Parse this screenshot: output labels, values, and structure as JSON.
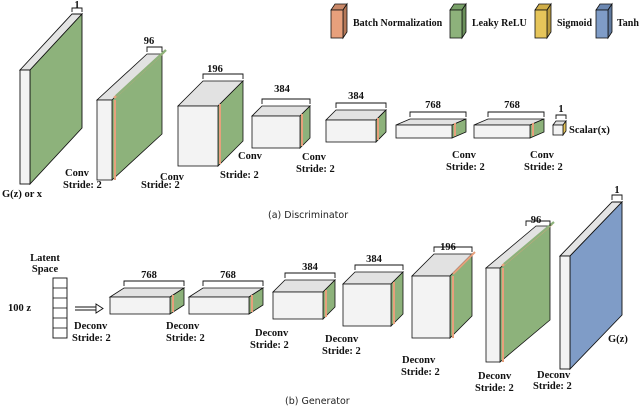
{
  "colors": {
    "front": "#f3f3f3",
    "top": "#e2e2e2",
    "conv": "#8db27b",
    "batchnorm": "#e7a07c",
    "leaky": "#8db27b",
    "sigmoid": "#e6c55a",
    "tanh": "#7f9cc7",
    "edge": "#111111"
  },
  "legend": [
    {
      "label": "Batch Normalization",
      "color": "#e7a07c"
    },
    {
      "label": "Leaky ReLU",
      "color": "#8db27b"
    },
    {
      "label": "Sigmoid",
      "color": "#e6c55a"
    },
    {
      "label": "Tanh",
      "color": "#7f9cc7"
    }
  ],
  "discriminator": {
    "input_label": "G(z) or x",
    "input_channels": "1",
    "layers": [
      {
        "channels": "96",
        "op": "Conv",
        "stride": "Stride: 2"
      },
      {
        "channels": "196",
        "op": "Conv",
        "stride": "Stride: 2"
      },
      {
        "channels": "384",
        "op": "Conv",
        "stride": "Stride: 2"
      },
      {
        "channels": "384",
        "op": "Conv",
        "stride": "Stride: 2"
      },
      {
        "channels": "768",
        "op": "Conv",
        "stride": "Stride: 2"
      },
      {
        "channels": "768",
        "op": "Conv",
        "stride": "Stride: 2"
      }
    ],
    "output_channels": "1",
    "output_label": "Scalar(x)",
    "caption": "(a) Discriminator"
  },
  "generator": {
    "latent_label": "Latent Space",
    "z_label": "100 z",
    "layers": [
      {
        "channels": "768",
        "op": "Deconv",
        "stride": "Stride: 2"
      },
      {
        "channels": "768",
        "op": "Deconv",
        "stride": "Stride: 2"
      },
      {
        "channels": "384",
        "op": "Deconv",
        "stride": "Stride: 2"
      },
      {
        "channels": "384",
        "op": "Deconv",
        "stride": "Stride: 2"
      },
      {
        "channels": "196",
        "op": "Deconv",
        "stride": "Stride: 2"
      },
      {
        "channels": "96",
        "op": "Deconv",
        "stride": "Stride: 2"
      },
      {
        "channels": "",
        "op": "Deconv",
        "stride": "Stride: 2"
      }
    ],
    "output_channels": "1",
    "output_label": "G(z)",
    "caption": "(b) Generator"
  }
}
